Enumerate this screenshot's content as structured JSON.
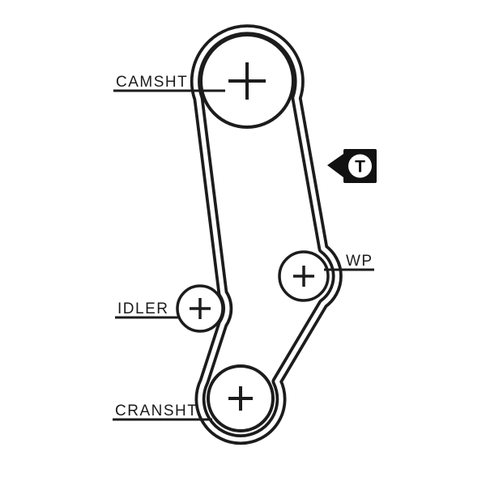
{
  "diagram": {
    "type": "timing-belt-routing-diagram",
    "components": {
      "camshaft": {
        "label": "CAMSHT"
      },
      "water_pump": {
        "label": "WP"
      },
      "idler": {
        "label": "IDLER"
      },
      "crankshaft": {
        "label": "CRANSHT"
      },
      "tensioner": {
        "label": "T"
      }
    },
    "colors": {
      "line": "#1c1c1c",
      "background": "#ffffff",
      "tensioner_badge_bg": "#111111",
      "tensioner_badge_fg": "#ffffff"
    }
  }
}
